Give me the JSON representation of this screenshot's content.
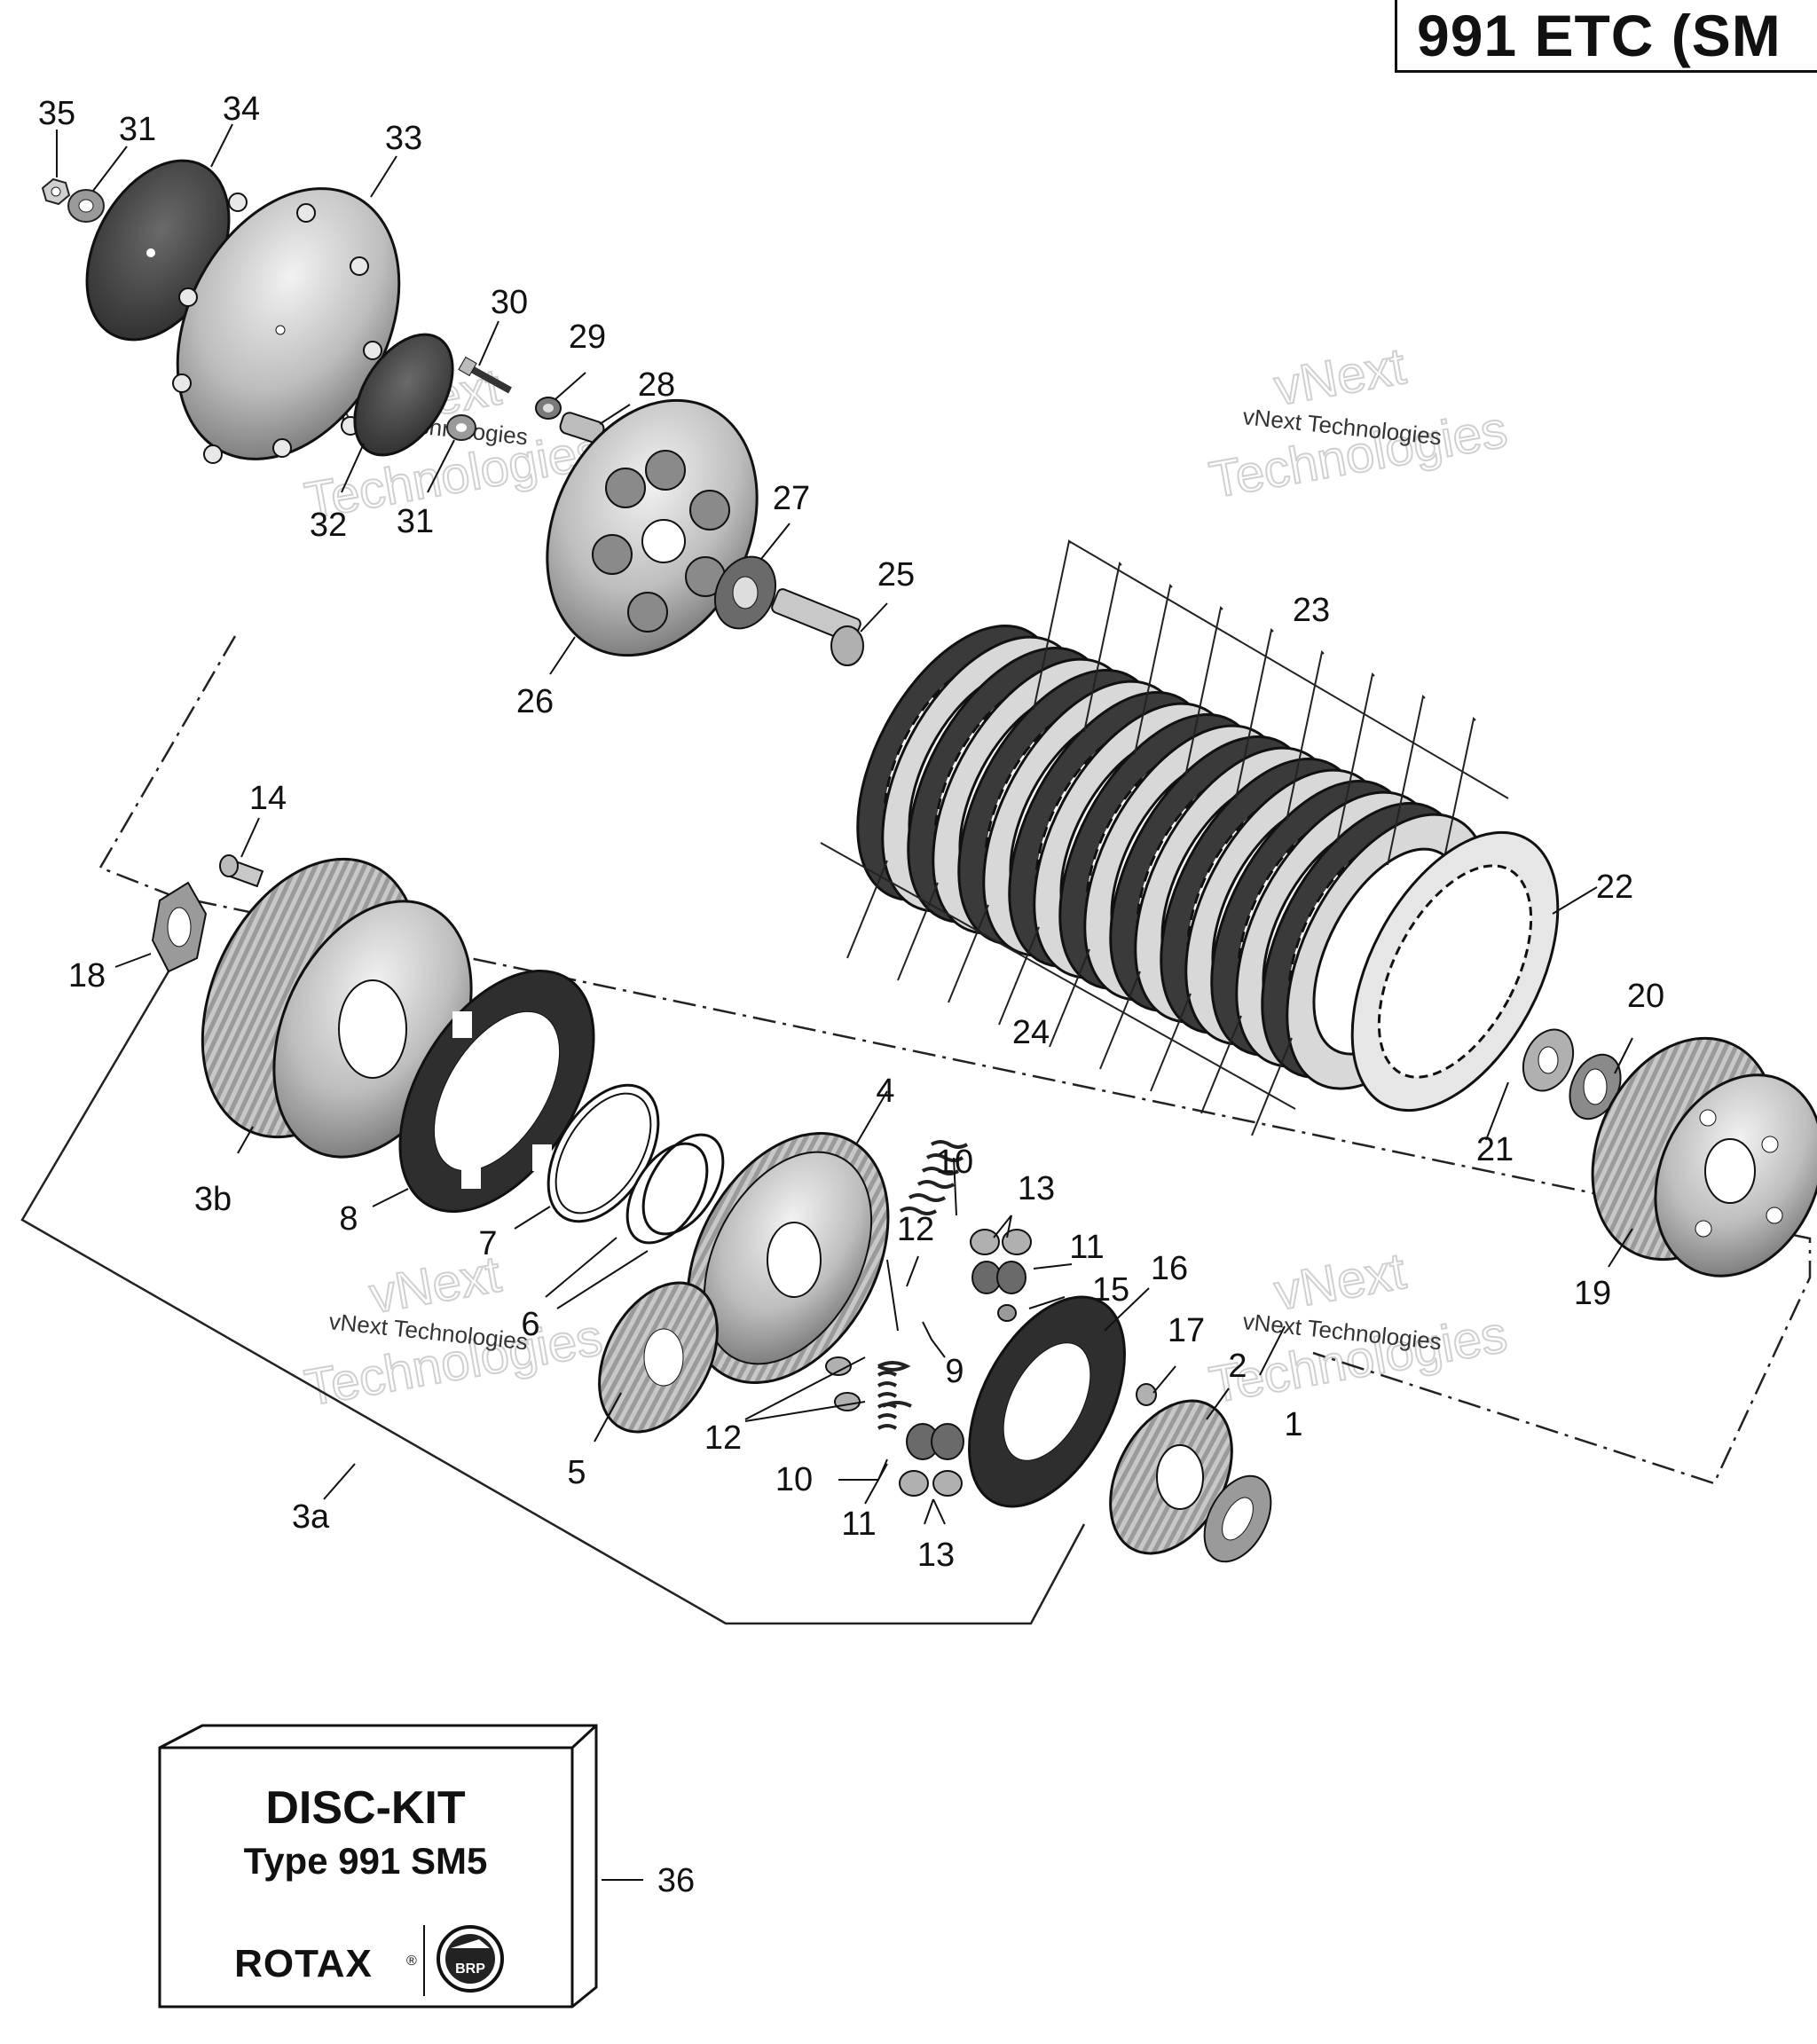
{
  "title": "991 ETC (SM",
  "watermark": {
    "line1": "vNext",
    "line2": "Technologies",
    "caption": "vNext Technologies"
  },
  "kit": {
    "line1": "DISC-KIT",
    "line2": "Type 991 SM5",
    "brand": "ROTAX",
    "brand_mark": "®",
    "logo_text": "BRP",
    "callout": "36"
  },
  "callouts": {
    "c1": "1",
    "c2": "2",
    "c3a": "3a",
    "c3b": "3b",
    "c4": "4",
    "c5": "5",
    "c6": "6",
    "c7": "7",
    "c8": "8",
    "c9": "9",
    "c10a": "10",
    "c10b": "10",
    "c11a": "11",
    "c11b": "11",
    "c12a": "12",
    "c12b": "12",
    "c13a": "13",
    "c13b": "13",
    "c14": "14",
    "c15": "15",
    "c16": "16",
    "c17": "17",
    "c18": "18",
    "c19": "19",
    "c20": "20",
    "c21": "21",
    "c22": "22",
    "c23": "23",
    "c24": "24",
    "c25": "25",
    "c26": "26",
    "c27": "27",
    "c28": "28",
    "c29": "29",
    "c30": "30",
    "c31a": "31",
    "c31b": "31",
    "c32": "32",
    "c33": "33",
    "c34": "34",
    "c35": "35"
  },
  "colors": {
    "ink": "#111111",
    "dark_part": "#3a3a3a",
    "mid_part": "#8a8a8a",
    "light_part": "#cfcfcf",
    "watermark": "#d6d6d6"
  }
}
